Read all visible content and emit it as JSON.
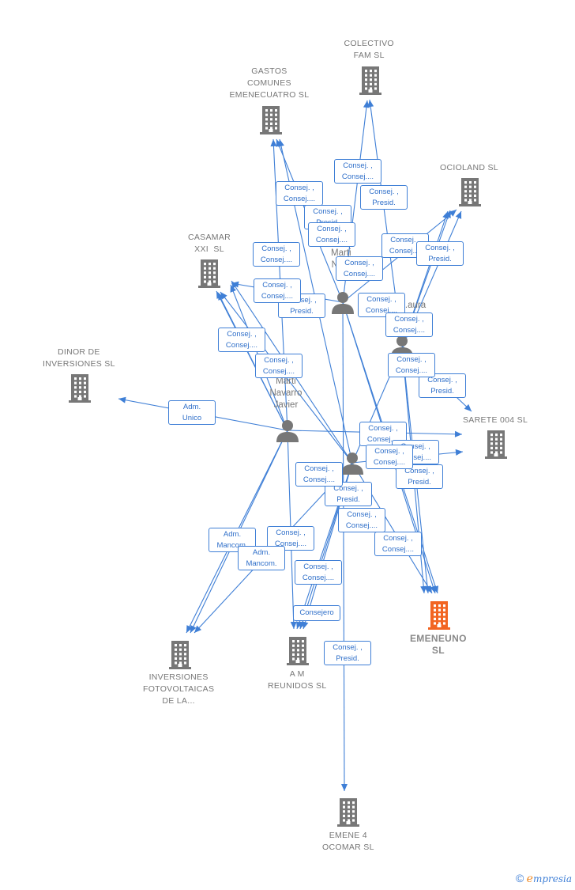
{
  "companies": [
    {
      "id": "colectivo",
      "name": "COLECTIVO\nFAM SL",
      "highlight": false
    },
    {
      "id": "gastos",
      "name": "GASTOS\nCOMUNES\nEMENECUATRO SL",
      "highlight": false
    },
    {
      "id": "ocioland",
      "name": "OCIOLAND SL",
      "highlight": false
    },
    {
      "id": "casamar",
      "name": "CASAMAR\nXXI  SL",
      "highlight": false
    },
    {
      "id": "dinor",
      "name": "DINOR DE\nINVERSIONES SL",
      "highlight": false
    },
    {
      "id": "sarete",
      "name": "SARETE 004 SL",
      "highlight": false
    },
    {
      "id": "emeneuno",
      "name": "EMENEUNO\nSL",
      "highlight": true
    },
    {
      "id": "inversiones",
      "name": "INVERSIONES\nFOTOVOLTAICAS\nDE LA...",
      "highlight": false
    },
    {
      "id": "am",
      "name": "A M\nREUNIDOS SL",
      "highlight": false
    },
    {
      "id": "emene4",
      "name": "EMENE 4\nOCOMAR SL",
      "highlight": false
    }
  ],
  "persons": [
    {
      "id": "p1",
      "name": "Marti\nNa..."
    },
    {
      "id": "p2",
      "name": "...aura"
    },
    {
      "id": "p3",
      "name": "Marti\nNavarro\nJavier"
    },
    {
      "id": "p4",
      "name": ""
    }
  ],
  "edge_labels": [
    "Consej. ,\nConsej....",
    "Consej. ,\nPresid.",
    "Consej. ,\nConsej....",
    "Consej. ,\nPresid.",
    "Consej. ,\nConsej....",
    "Consej. ,\nConsej....",
    "Consej. ,\nPresid.",
    "Consej. ,\nConsej....",
    "Consej. ,\nConsej....",
    "Consej. ,\nConsej....",
    "Consej. ,\nPresid.",
    "Consej. ,\nConsej....",
    "Consej. ,\nConsej....",
    "Consej. ,\nConsej....",
    "Consej. ,\nConsej....",
    "Consej. ,\nPresid.",
    "Adm.\nUnico",
    "Consej. ,\nConsej....",
    "Consej. ,\nConsej....",
    "Consej. ,\nConsej....",
    "Consej. ,\nPresid.",
    "Consej. ,\nConsej....",
    "Consej. ,\nPresid.",
    "Consej. ,\nConsej....",
    "Consej. ,\nConsej....",
    "Adm.\nMancom.",
    "Consej. ,\nConsej....",
    "Adm.\nMancom.",
    "Consej. ,\nConsej....",
    "Consejero",
    "Consej. ,\nPresid.",
    "Consej. ,\nConsej...."
  ],
  "footer": {
    "copyright": "©",
    "brand_initial": "e",
    "brand_rest": "mpresia"
  },
  "colors": {
    "edge": "#3f7fd6",
    "node": "#777777",
    "highlight": "#f26522"
  }
}
